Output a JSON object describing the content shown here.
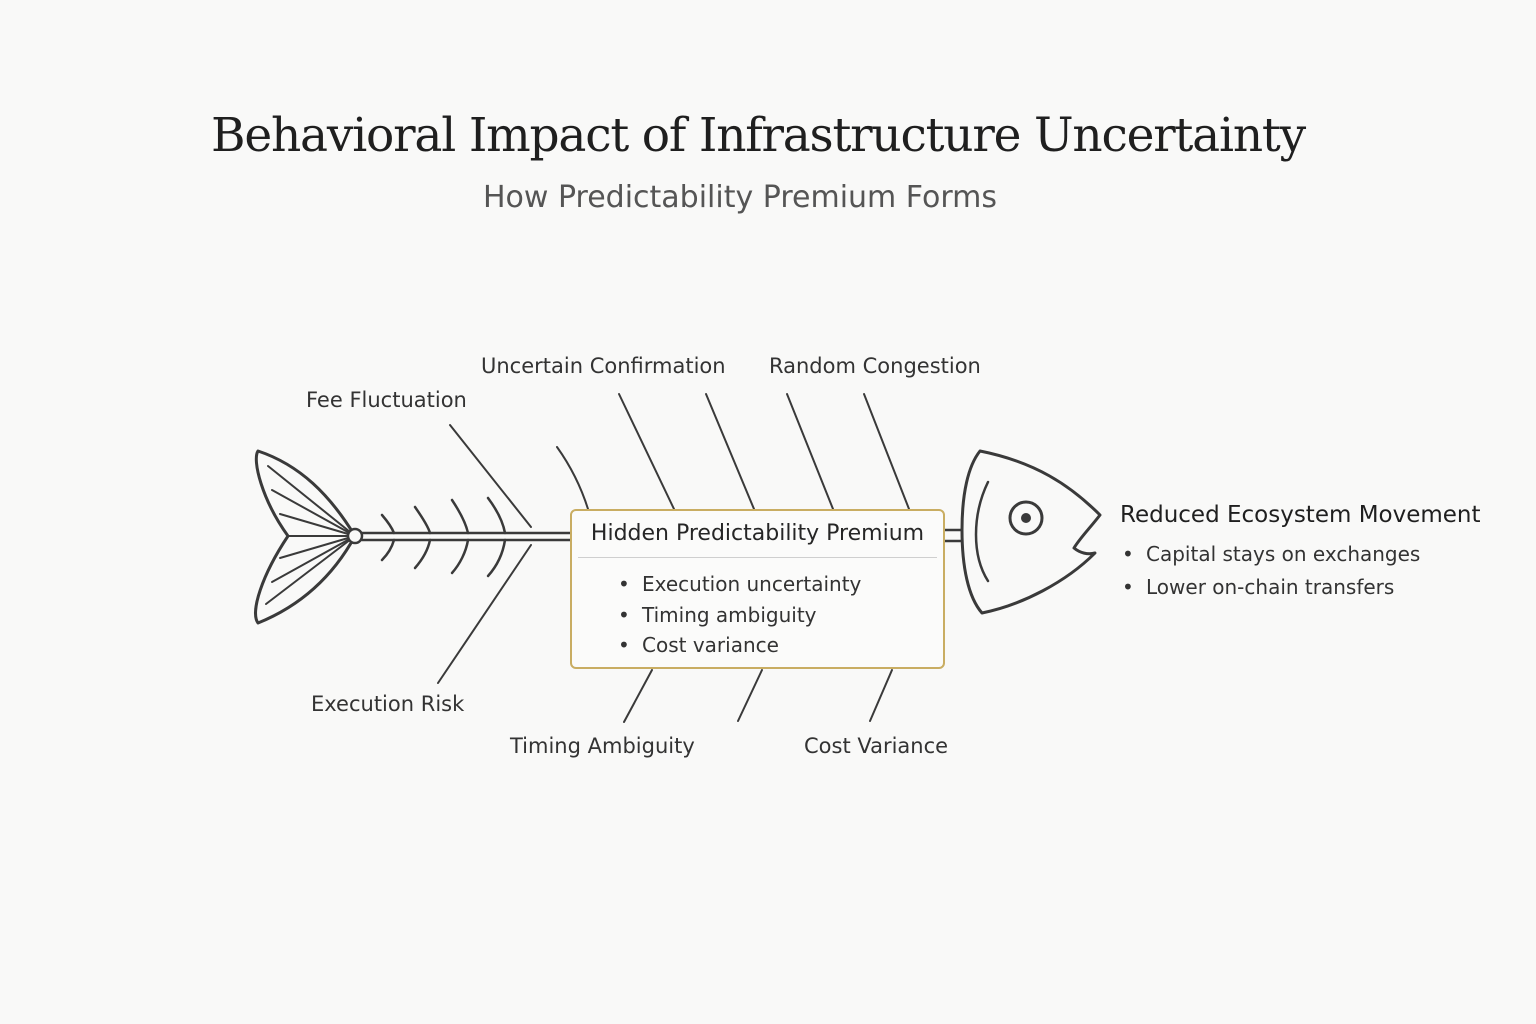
{
  "title": "Behavioral Impact of Infrastructure Uncertainty",
  "subtitle": "How Predictability Premium Forms",
  "causes": {
    "fee_fluctuation": "Fee Fluctuation",
    "uncertain_confirmation": "Uncertain Confirmation",
    "random_congestion": "Random Congestion",
    "execution_risk": "Execution Risk",
    "timing_ambiguity": "Timing Ambiguity",
    "cost_variance": "Cost Variance"
  },
  "center": {
    "title": "Hidden Predictability Premium",
    "items": [
      "Execution uncertainty",
      "Timing ambiguity",
      "Cost variance"
    ]
  },
  "effect": {
    "title": "Reduced Ecosystem Movement",
    "items": [
      "Capital stays on exchanges",
      "Lower on-chain transfers"
    ]
  },
  "colors": {
    "line": "#3a3a3a",
    "box_border": "#c9ad62",
    "background": "#f9f9f8"
  },
  "icons": {
    "fish_tail": "fish-tail-icon",
    "fish_head": "fish-head-icon",
    "fish_eye": "fish-eye-icon"
  }
}
